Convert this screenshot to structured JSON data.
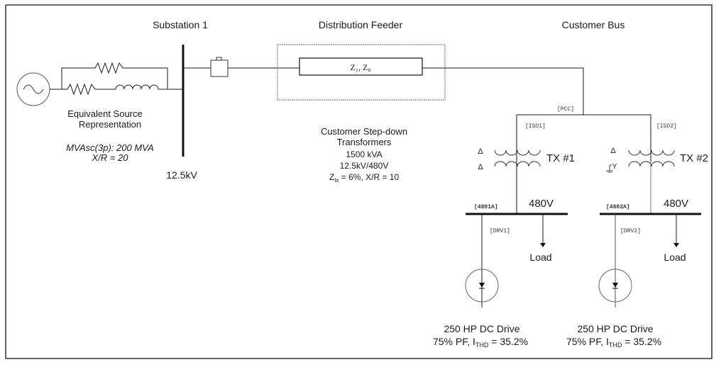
{
  "diagram": {
    "type": "one-line electrical diagram",
    "colors": {
      "line": "#1a1a1a",
      "frame": "#333333",
      "background": "#ffffff"
    },
    "sections": {
      "substation": "Substation 1",
      "feeder": "Distribution Feeder",
      "customer_bus": "Customer Bus"
    },
    "source": {
      "title_line1": "Equivalent Source",
      "title_line2": "Representation",
      "spec_line1": "MVAsc(3p): 200 MVA",
      "spec_line2": "X/R = 20",
      "bus_voltage": "12.5kV"
    },
    "feeder": {
      "impedance_label": "Z₁, Z₀"
    },
    "transformers_info": {
      "line1": "Customer Step-down",
      "line2": "Transformers",
      "line3": "1500 kVA",
      "line4": "12.5kV/480V",
      "line5_prefix": "Z",
      "line5_sub": "tx",
      "line5_rest": " = 6%, X/R = 10"
    },
    "nodes": {
      "pcc": "[PCC]",
      "iso1": "[ISO1]",
      "iso2": "[ISO2]",
      "bus1": "[4801A]",
      "bus2": "[4802A]",
      "drv1": "[DRV1]",
      "drv2": "[DRV2]"
    },
    "tx1": {
      "label": "TX #1",
      "primary": "Δ",
      "secondary": "Δ",
      "voltage": "480V",
      "load": "Load"
    },
    "tx2": {
      "label": "TX #2",
      "primary": "Δ",
      "secondary": "Y",
      "voltage": "480V",
      "load": "Load"
    },
    "drive1": {
      "line1": "250 HP DC Drive",
      "line2_prefix": "75% PF, I",
      "line2_sub": "THD",
      "line2_rest": " = 35.2%"
    },
    "drive2": {
      "line1": "250 HP DC Drive",
      "line2_prefix": "75% PF, I",
      "line2_sub": "THD",
      "line2_rest": " = 35.2%"
    }
  }
}
